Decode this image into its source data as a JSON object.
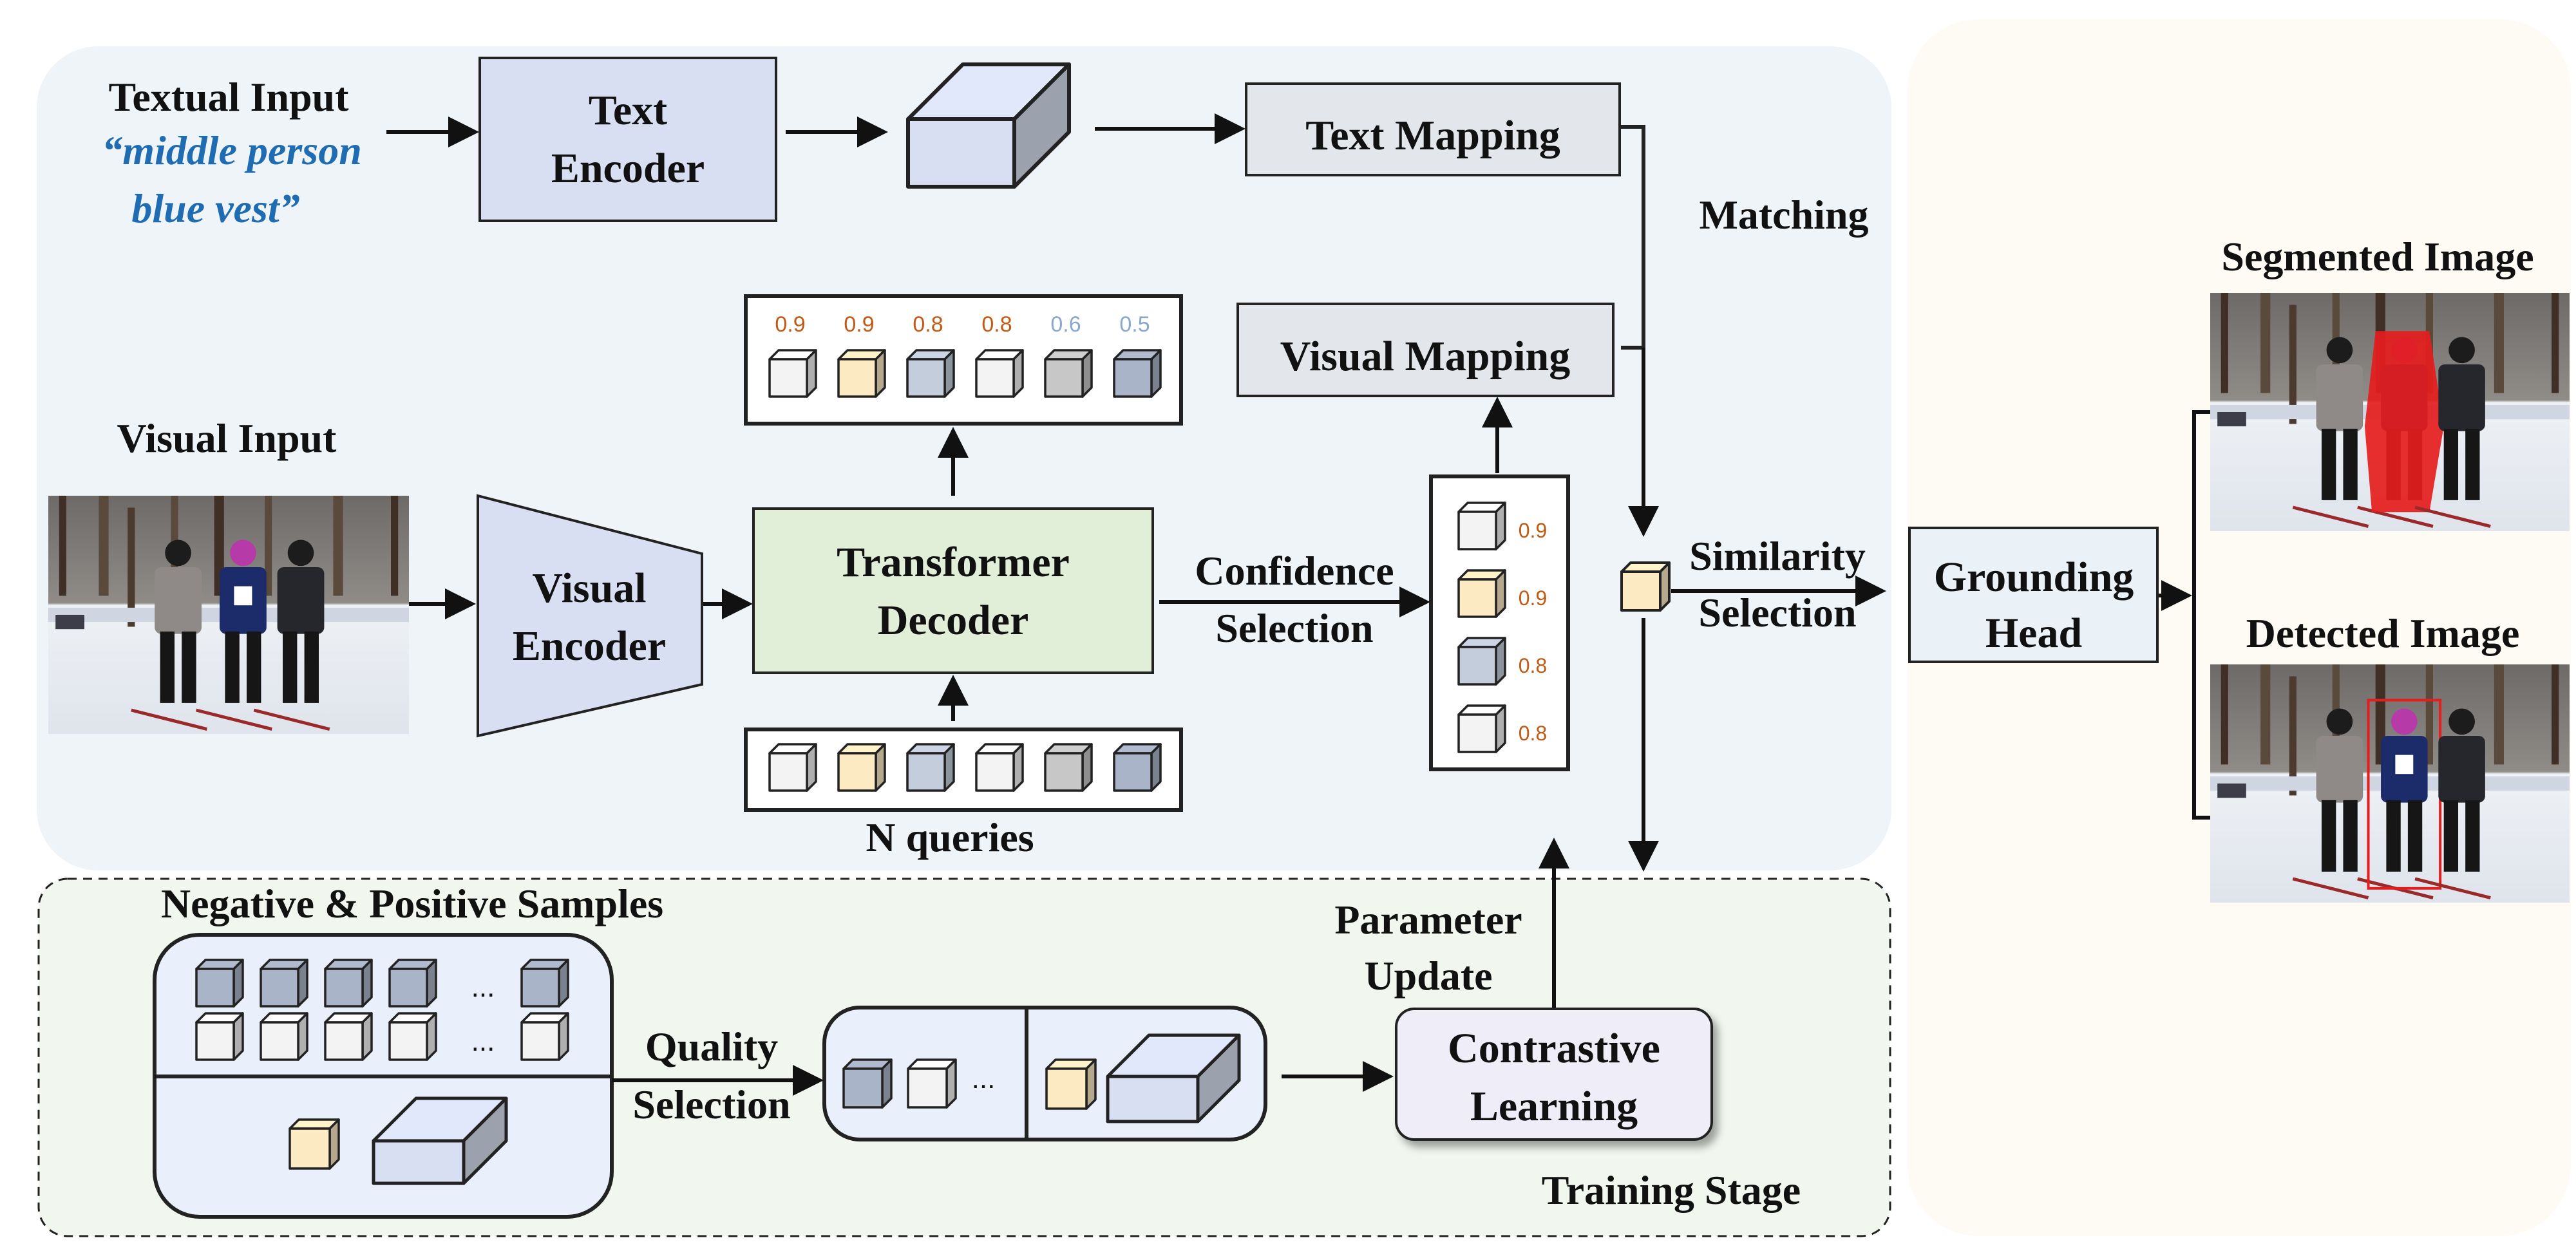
{
  "colors": {
    "main_panel": "#eef4f8",
    "training_panel": "#f1f6ef",
    "right_panel": "#fdfbf4",
    "encoder_fill": "#d8dff2",
    "mapping_fill": "#e3e6ea",
    "decoder_fill": "#e1efd9",
    "cube_light": "#f3f3f3",
    "cube_yellow": "#fbeac2",
    "cube_blue": "#c3cddc",
    "cube_gray": "#c7c7c7",
    "cube_dark": "#a9b4c8",
    "score_orange": "#c05a14",
    "score_blue": "#8aa7cc",
    "text_blue": "#1f6cb3",
    "mask_red": "#e51d1d"
  },
  "textual_input": {
    "title": "Textual Input",
    "query_line1": "“middle person",
    "query_line2": "blue vest”"
  },
  "text_encoder": {
    "line1": "Text",
    "line2": "Encoder"
  },
  "text_mapping": "Text Mapping",
  "matching": "Matching",
  "visual_input": "Visual Input",
  "visual_encoder": {
    "line1": "Visual",
    "line2": "Encoder"
  },
  "transformer_decoder": {
    "line1": "Transformer",
    "line2": "Decoder"
  },
  "queries_label": "N queries",
  "query_scores": [
    "0.9",
    "0.9",
    "0.8",
    "0.8",
    "0.6",
    "0.5"
  ],
  "query_score_colors": [
    "orange",
    "orange",
    "orange",
    "orange",
    "blue",
    "blue"
  ],
  "query_cube_kinds": [
    "light",
    "yellow",
    "blue",
    "light",
    "gray",
    "dark"
  ],
  "confidence_selection": {
    "line1": "Confidence",
    "line2": "Selection"
  },
  "selected_scores": [
    "0.9",
    "0.9",
    "0.8",
    "0.8"
  ],
  "selected_cube_kinds": [
    "light",
    "yellow",
    "blue",
    "light"
  ],
  "visual_mapping": "Visual Mapping",
  "similarity_selection": {
    "line1": "Similarity",
    "line2": "Selection"
  },
  "grounding_head": {
    "line1": "Grounding",
    "line2": "Head"
  },
  "segmented_image": "Segmented Image",
  "detected_image": "Detected Image",
  "training": {
    "samples_title": "Negative & Positive Samples",
    "ellipsis": "...",
    "quality_selection": {
      "line1": "Quality",
      "line2": "Selection"
    },
    "parameter_update": {
      "line1": "Parameter",
      "line2": "Update"
    },
    "contrastive_learning": {
      "line1": "Contrastive",
      "line2": "Learning"
    },
    "stage_label": "Training Stage"
  }
}
